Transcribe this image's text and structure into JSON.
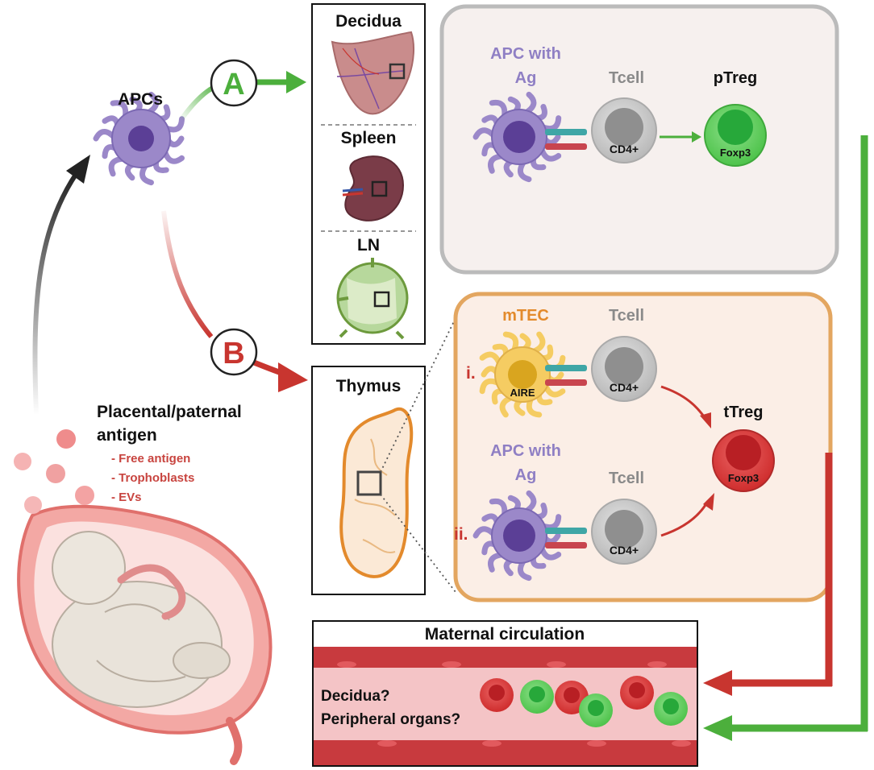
{
  "source": {
    "heading_line1": "Placental/paternal",
    "heading_line2": "antigen",
    "items": [
      "- Free antigen",
      "- Trophoblasts",
      "- EVs"
    ]
  },
  "apc": {
    "label": "APCs"
  },
  "paths": {
    "a_letter": "A",
    "b_letter": "B"
  },
  "organs": {
    "decidua": "Decidua",
    "spleen": "Spleen",
    "ln": "LN",
    "thymus": "Thymus"
  },
  "peripheral_box": {
    "apc_line1": "APC with",
    "apc_line2": "Ag",
    "tcell": "Tcell",
    "cd4": "CD4+",
    "treg": "pTreg",
    "foxp3": "Foxp3"
  },
  "thymic_box": {
    "mtec": "mTEC",
    "aire": "AIRE",
    "tcell_i": "Tcell",
    "cd4_i": "CD4+",
    "roman_i": "i.",
    "apc_line1": "APC with",
    "apc_line2": "Ag",
    "tcell_ii": "Tcell",
    "cd4_ii": "CD4+",
    "roman_ii": "ii.",
    "treg": "tTreg",
    "foxp3": "Foxp3"
  },
  "circulation": {
    "title": "Maternal circulation",
    "question1": "Decidua?",
    "question2": "Peripheral organs?"
  },
  "colors": {
    "apc_purple": "#9b88c9",
    "apc_nucleus": "#5b3f96",
    "tcell_gray": "#c9c9c9",
    "ptreg_green": "#5fce5f",
    "ttreg_red": "#d93a3a",
    "mtec_yellow": "#f5cc62",
    "path_green": "#4caf3c",
    "path_red": "#c8352f",
    "orange_text": "#e38a2c",
    "purple_text": "#8f7fc4",
    "gray_text": "#8a8a8a"
  }
}
